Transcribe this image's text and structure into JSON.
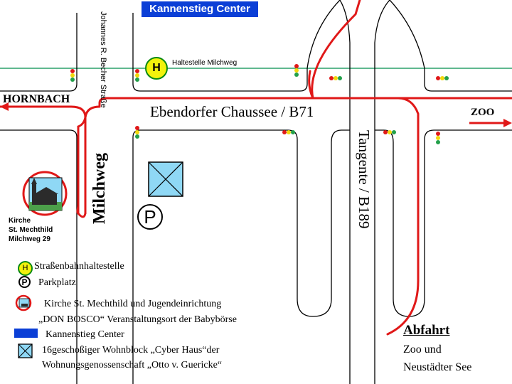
{
  "map": {
    "center_label": "Kannenstieg Center",
    "streets": {
      "johannes": "Johannes R. Becher Straße",
      "ebendorfer": "Ebendorfer Chaussee / B71",
      "milchweg": "Milchweg",
      "tangente": "Tangente / B189"
    },
    "tram_stop": {
      "label": "Haltestelle Milchweg",
      "symbol": "H"
    },
    "hornbach": "HORNBACH",
    "zoo": "ZOO",
    "parking_symbol": "P",
    "church_caption": [
      "Kirche",
      "St. Mechthild",
      "Milchweg 29"
    ],
    "exit": {
      "title": "Abfahrt",
      "lines": [
        "Zoo und",
        "Neustädter See"
      ]
    }
  },
  "legend": {
    "tram_symbol": "H",
    "tram": "Straßenbahnhaltestelle",
    "parking_symbol": "P",
    "parking": "Parkplatz",
    "church_line1": "Kirche St. Mechthild und Jugendeinrichtung",
    "church_line2": "„DON BOSCO“ Veranstaltungsort der Babybörse",
    "center": "Kannenstieg Center",
    "block_line1": "16geschoßiger Wohnblock „Cyber Haus“der",
    "block_line2": "Wohnungsgenossenschaft „Otto v. Guericke“"
  },
  "colors": {
    "route": "#e01818",
    "tram_line": "#2aa06a",
    "center_blue": "#0b3fd6",
    "building_fill": "#8fd8f5",
    "tram_stop_fill": "#f2f20c"
  },
  "icons": [
    "traffic-light-icon",
    "parking-icon",
    "tram-stop-icon",
    "church-icon",
    "apartment-block-icon",
    "arrow-icon"
  ]
}
